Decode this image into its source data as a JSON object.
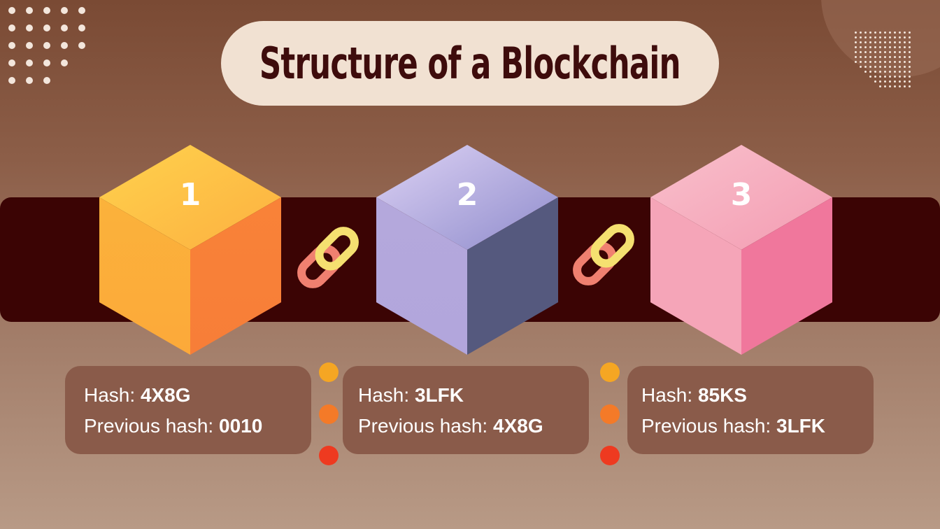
{
  "title": "Structure of a Blockchain",
  "blocks": [
    {
      "number": "1",
      "hash_label": "Hash:",
      "hash": "4X8G",
      "prev_label": "Previous hash:",
      "prev_hash": "0010"
    },
    {
      "number": "2",
      "hash_label": "Hash:",
      "hash": "3LFK",
      "prev_label": "Previous hash:",
      "prev_hash": "4X8G"
    },
    {
      "number": "3",
      "hash_label": "Hash:",
      "hash": "85KS",
      "prev_label": "Previous hash:",
      "prev_hash": "3LFK"
    }
  ],
  "colors": {
    "background": "#8c5e48",
    "band": "#3b0404",
    "title_pill": "#f1e1d2",
    "title_text": "#3e0c0c",
    "info_box": "#8a5b4a",
    "cube1": [
      "#ffc94a",
      "#fbb03b",
      "#f7843a"
    ],
    "cube2": [
      "#c9c1ee",
      "#b3a7dc",
      "#55597e"
    ],
    "cube3": [
      "#f8b4c4",
      "#f4a4b8",
      "#f0789c"
    ],
    "dots": [
      "#f5a623",
      "#f47a28",
      "#ee3a20"
    ],
    "chain": [
      "#f08070",
      "#f5e070"
    ]
  },
  "icons": [
    "chain-link-icon",
    "chain-link-icon"
  ]
}
